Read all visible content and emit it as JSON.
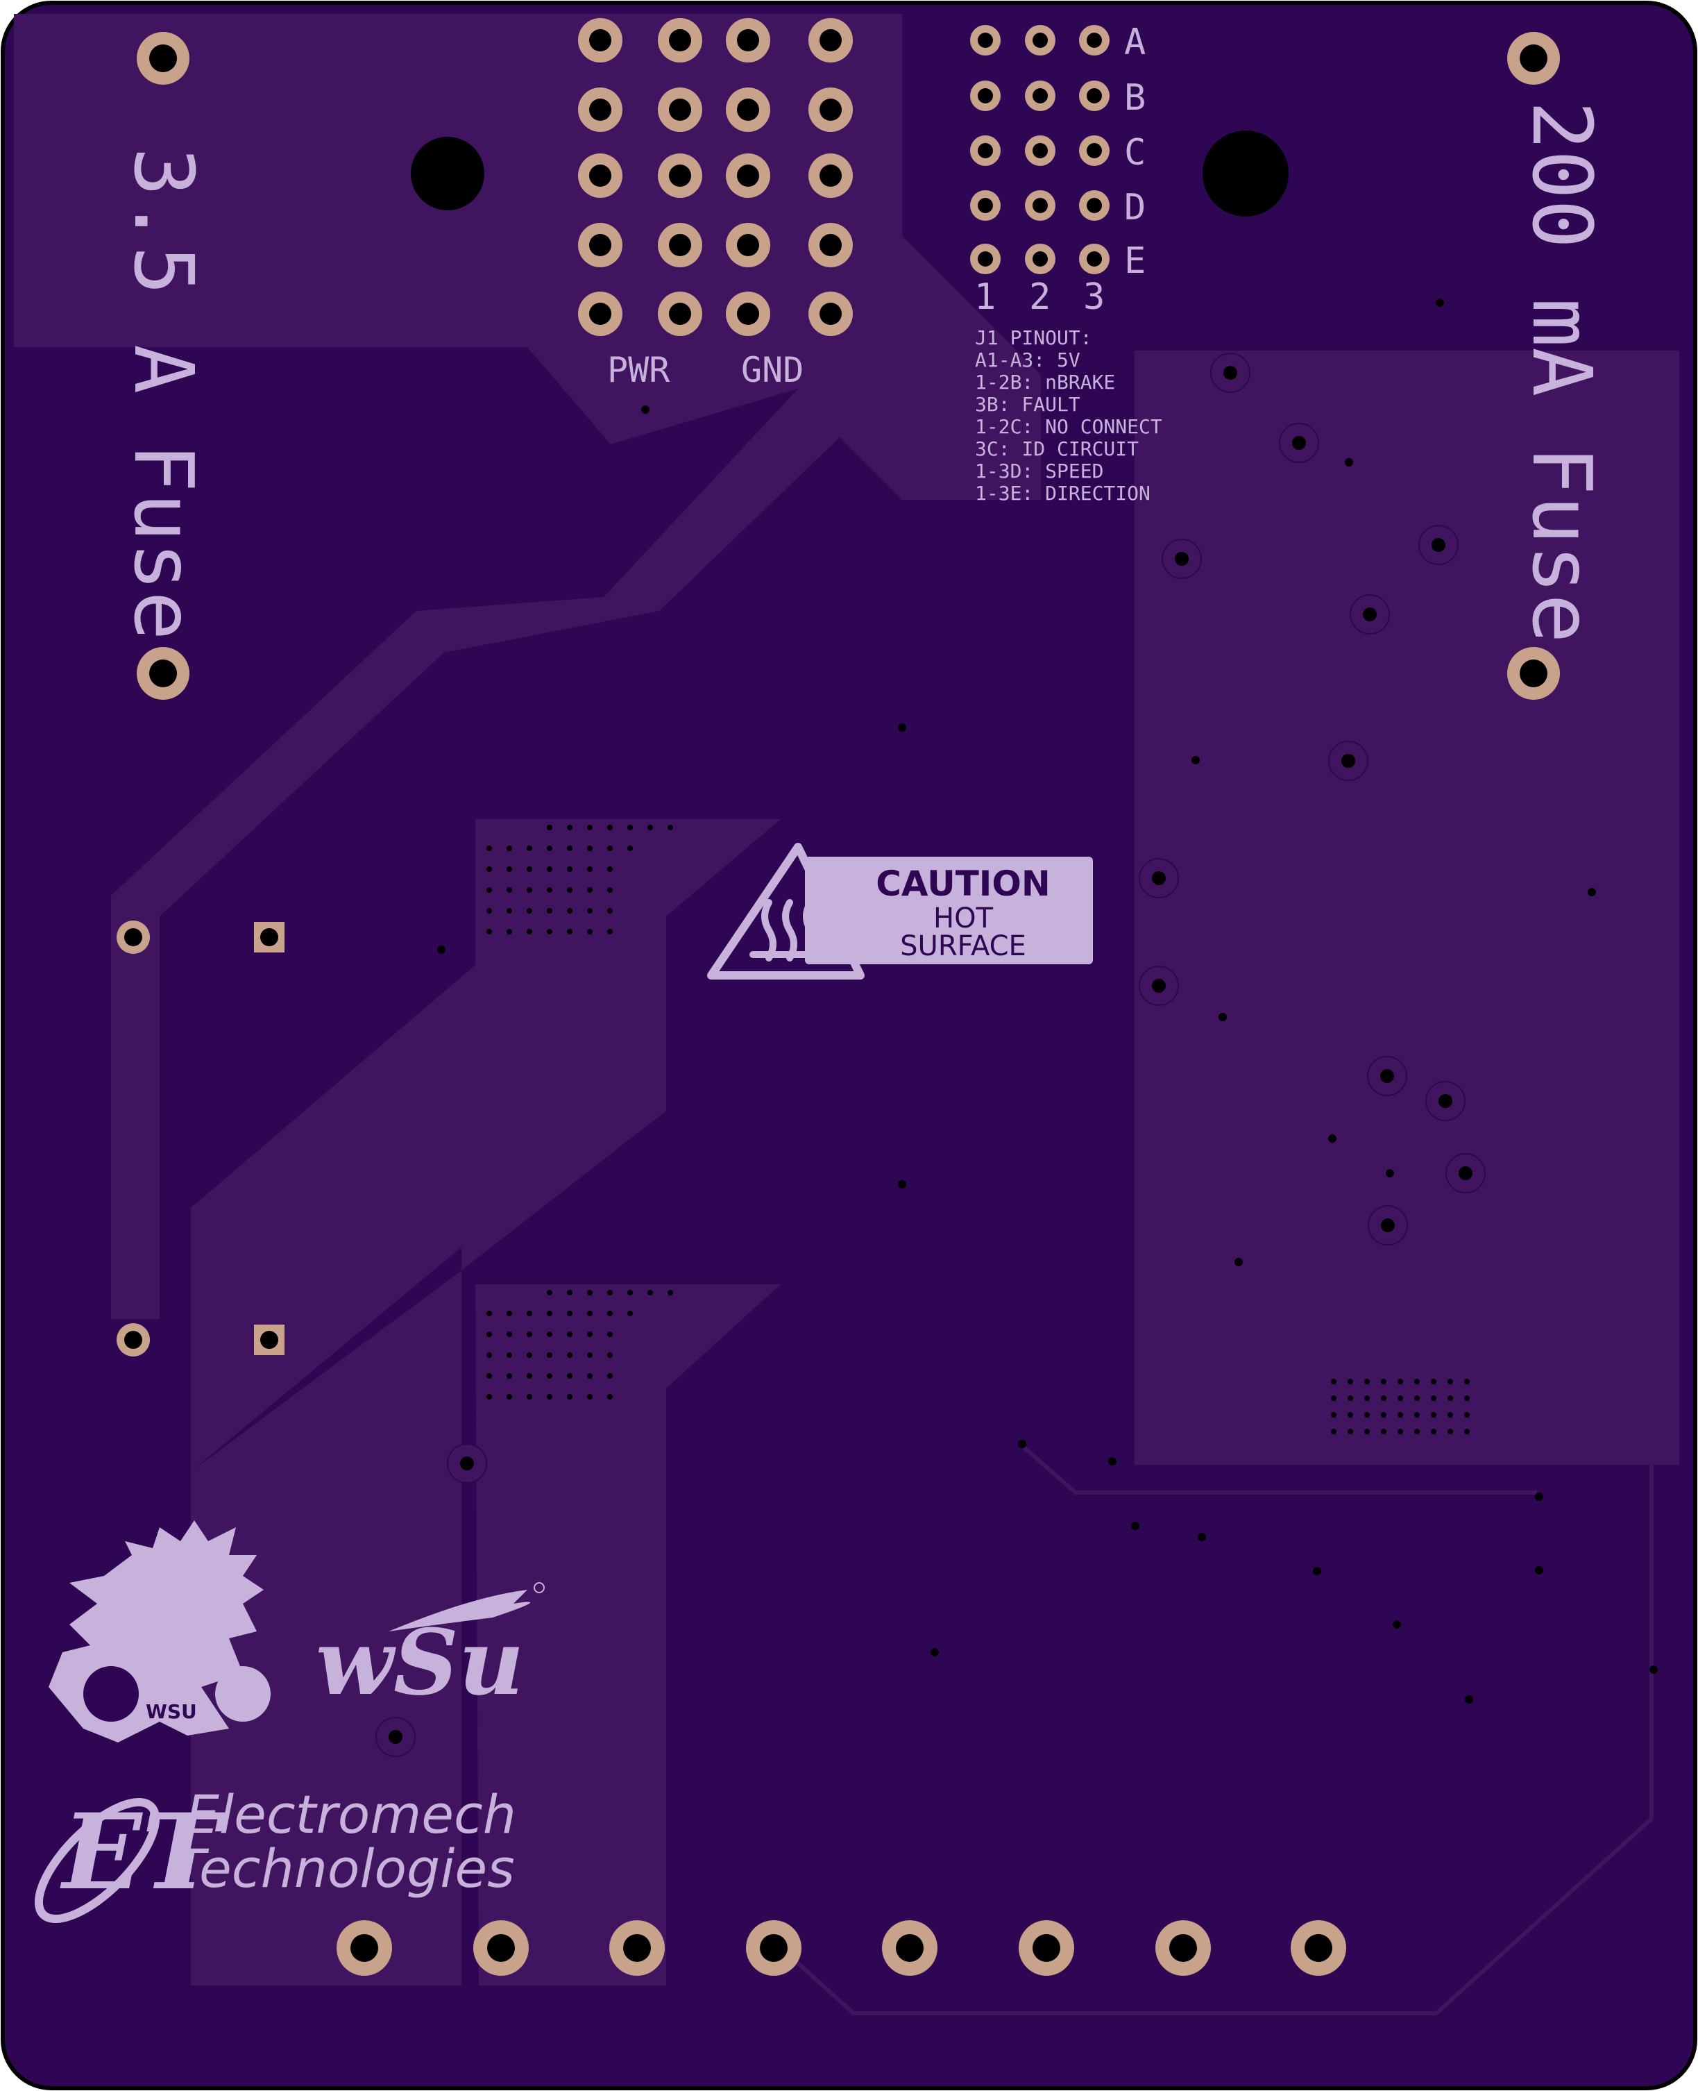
{
  "board": {
    "colors": {
      "substrate": "#2e0653",
      "copper_pour": "#40145f",
      "silkscreen": "#c7b2dc",
      "pad_copper": "#c9a28b",
      "outline": "#000000"
    }
  },
  "labels": {
    "fuse_left": "3.5 A Fuse",
    "fuse_right": "200 mA Fuse",
    "pwr": "PWR",
    "gnd": "GND"
  },
  "connector": {
    "rows": [
      "A",
      "B",
      "C",
      "D",
      "E"
    ],
    "cols": [
      "1",
      "2",
      "3"
    ],
    "pinout_title": "J1 PINOUT:",
    "pinout": [
      "A1-A3: 5V",
      "1-2B: nBRAKE",
      "3B: FAULT",
      "1-2C: NO CONNECT",
      "3C: ID CIRCUIT",
      "1-3D: SPEED",
      "1-3E: DIRECTION"
    ]
  },
  "caution": {
    "title": "CAUTION",
    "line1": "HOT",
    "line2": "SURFACE"
  },
  "logos": {
    "university": "wSu",
    "company_line1": "Electromech",
    "company_line2": "Technologies"
  }
}
